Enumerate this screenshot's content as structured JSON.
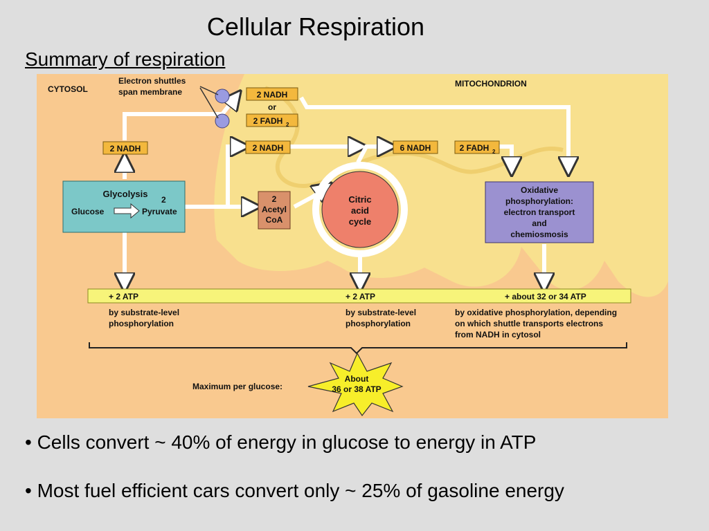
{
  "slide": {
    "title": "Cellular Respiration",
    "subtitle": "Summary of respiration"
  },
  "diagram": {
    "cytosol_label": "CYTOSOL",
    "mitochondrion_label": "MITOCHONDRION",
    "shuttle_label_1": "Electron shuttles",
    "shuttle_label_2": "span membrane",
    "shuttle_nadh": "2 NADH",
    "shuttle_or": "or",
    "shuttle_fadh": "2 FADH",
    "shuttle_fadh_sub": "2",
    "glycolysis_nadh": "2 NADH",
    "pyruvate_nadh": "2 NADH",
    "cycle_nadh": "6 NADH",
    "cycle_fadh": "2 FADH",
    "cycle_fadh_sub": "2",
    "glycolysis": {
      "title": "Glycolysis",
      "two": "2",
      "glucose": "Glucose",
      "pyruvate": "Pyruvate"
    },
    "acetyl": {
      "line1": "2",
      "line2": "Acetyl",
      "line3": "CoA"
    },
    "citric": {
      "line1": "Citric",
      "line2": "acid",
      "line3": "cycle"
    },
    "oxidative": {
      "line1": "Oxidative",
      "line2": "phosphorylation:",
      "line3": "electron transport",
      "line4": "and",
      "line5": "chemiosmosis"
    },
    "atp_bar": {
      "atp1": "+ 2 ATP",
      "atp2": "+ 2 ATP",
      "atp3": "+ about 32 or 34 ATP"
    },
    "desc1": {
      "line1": "by substrate-level",
      "line2": "phosphorylation"
    },
    "desc2": {
      "line1": "by substrate-level",
      "line2": "phosphorylation"
    },
    "desc3": {
      "line1": "by oxidative phosphorylation, depending",
      "line2": "on which shuttle transports electrons",
      "line3": "from NADH in cytosol"
    },
    "max_label": "Maximum per glucose:",
    "star": {
      "line1": "About",
      "line2": "36 or 38 ATP"
    },
    "colors": {
      "cytosol": "#f9c98f",
      "mitochondrion": "#f8e08e",
      "glycolysis_box": "#7cc8c8",
      "acetyl_box": "#d9916b",
      "citric_circle": "#ee806b",
      "oxidative_box": "#9b91d0",
      "label_box": "#f3b83d",
      "atp_bar": "#f7f47a",
      "shuttle": "#9a9be0",
      "star": "#f7ee2a"
    }
  },
  "bullets": [
    "• Cells convert ~ 40% of energy in glucose to energy in ATP",
    "• Most fuel efficient cars convert only ~ 25% of gasoline energy"
  ]
}
